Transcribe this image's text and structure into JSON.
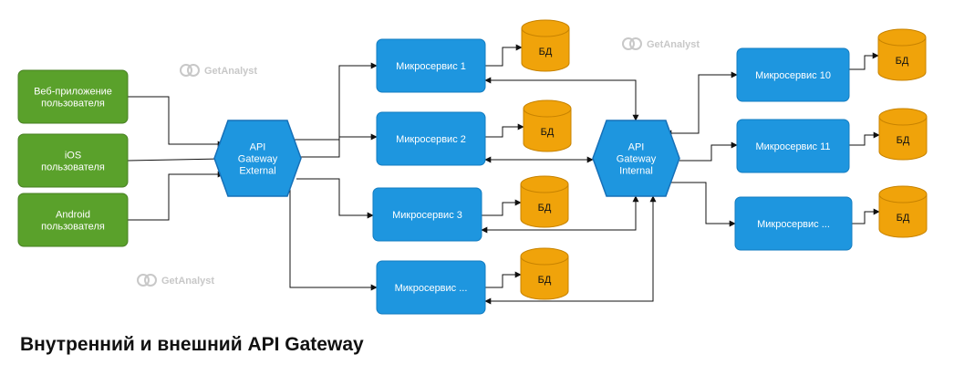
{
  "title": "Внутренний и внешний API Gateway",
  "watermark": "GetAnalyst",
  "colors": {
    "client_fill": "#5aa12b",
    "client_stroke": "#477f22",
    "service_fill": "#1e96df",
    "service_stroke": "#137cc0",
    "gateway_fill": "#1e96df",
    "gateway_stroke": "#1670b8",
    "db_fill": "#f0a30a",
    "db_stroke": "#c88300",
    "edge": "#111111",
    "watermark": "#c8c8c8"
  },
  "clients": [
    {
      "id": "web",
      "label": [
        "Веб-приложение",
        "пользователя"
      ]
    },
    {
      "id": "ios",
      "label": [
        "iOS",
        "пользователя"
      ]
    },
    {
      "id": "android",
      "label": [
        "Android",
        "пользователя"
      ]
    }
  ],
  "gateways": [
    {
      "id": "external",
      "label": [
        "API",
        "Gateway",
        "External"
      ]
    },
    {
      "id": "internal",
      "label": [
        "API",
        "Gateway",
        "Internal"
      ]
    }
  ],
  "services": [
    {
      "id": "ms1",
      "label": "Микросервис 1",
      "db": "БД"
    },
    {
      "id": "ms2",
      "label": "Микросервис 2",
      "db": "БД"
    },
    {
      "id": "ms3",
      "label": "Микросервис 3",
      "db": "БД"
    },
    {
      "id": "ms4",
      "label": "Микросервис ...",
      "db": "БД"
    },
    {
      "id": "ms10",
      "label": "Микросервис 10",
      "db": "БД"
    },
    {
      "id": "ms11",
      "label": "Микросервис 11",
      "db": "БД"
    },
    {
      "id": "ms12",
      "label": "Микросервис ...",
      "db": "БД"
    }
  ]
}
